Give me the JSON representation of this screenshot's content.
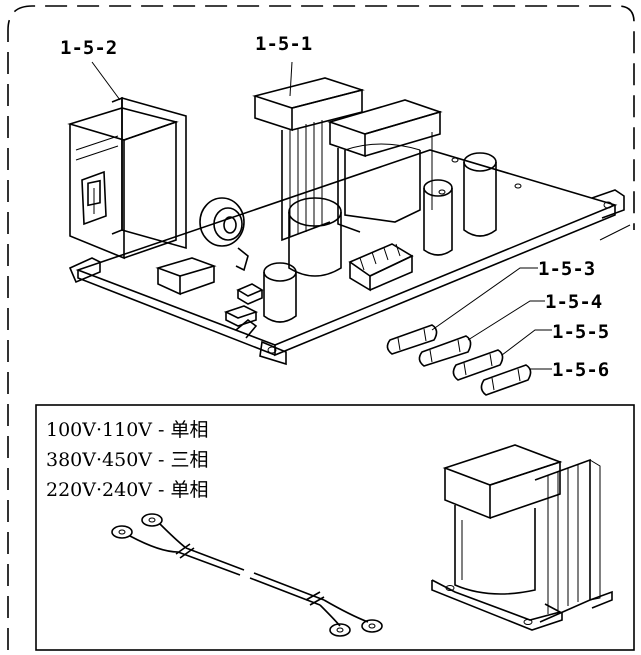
{
  "callouts": {
    "part_1_5_2": "1-5-2",
    "part_1_5_1": "1-5-1",
    "part_1_5_3": "1-5-3",
    "part_1_5_4": "1-5-4",
    "part_1_5_5": "1-5-5",
    "part_1_5_6": "1-5-6"
  },
  "voltage_options": [
    "100V·110V - 单相",
    "380V·450V - 三相",
    "220V·240V - 单相"
  ],
  "colors": {
    "ink": "#000000",
    "paper": "#ffffff"
  }
}
